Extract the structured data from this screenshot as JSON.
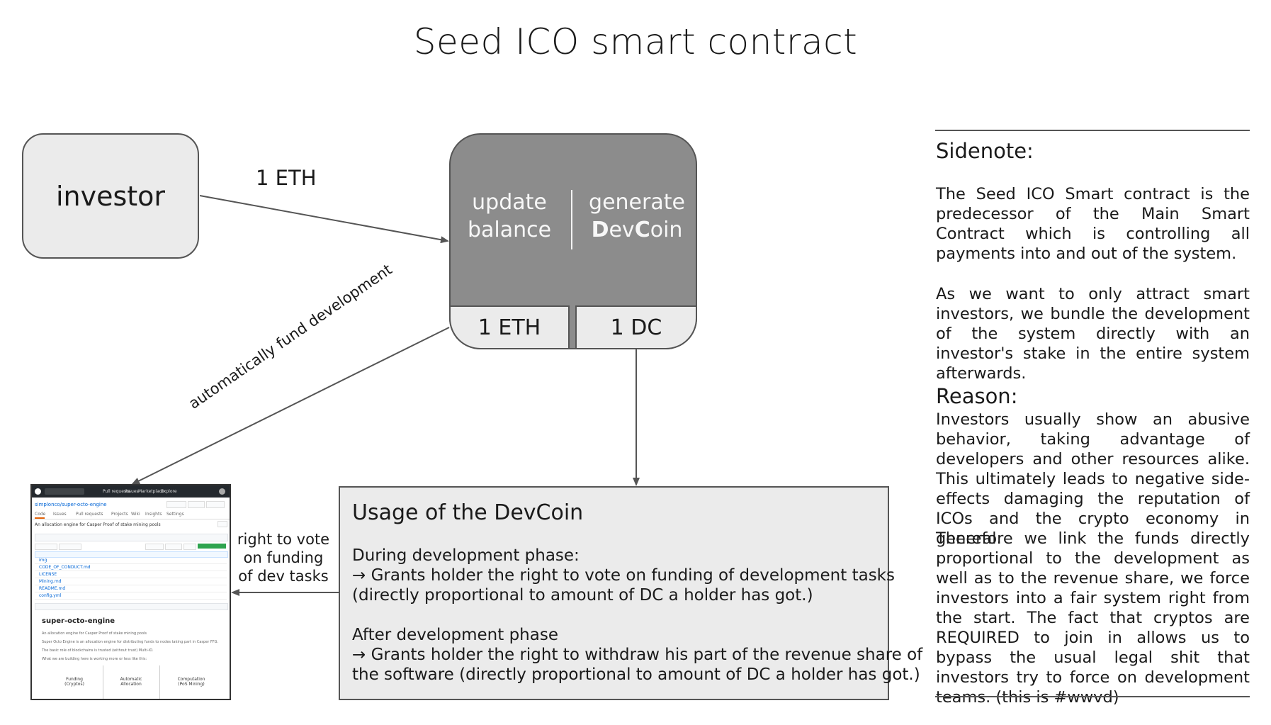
{
  "title": "Seed ICO smart contract",
  "investor": {
    "label": "investor"
  },
  "edges": {
    "investor_to_contract": "1 ETH",
    "contract_to_repo": "automatically fund development",
    "usage_to_repo": "right to vote on funding of dev tasks"
  },
  "contract": {
    "left_text": "update balance",
    "right_prefix": "generate",
    "devcoin_parts": [
      "D",
      "ev",
      "C",
      "oin"
    ],
    "eth_slot": "1 ETH",
    "dc_slot": "1 DC"
  },
  "repo_thumbnail": {
    "nav_items": [
      "Pull requests",
      "Issues",
      "Marketplace",
      "Explore"
    ],
    "repo_path": "simplonco/super-octo-engine",
    "tabs": [
      "Code",
      "Issues",
      "Pull requests",
      "Projects",
      "Wiki",
      "Insights",
      "Settings"
    ],
    "description": "An allocation engine for Casper Proof of stake mining pools",
    "files": [
      "img",
      "CODE_OF_CONDUCT.md",
      "LICENSE",
      "Mining.md",
      "README.md",
      "config.yml"
    ],
    "readme_title": "super-octo-engine",
    "readme_lines": [
      "An allocation engine for Casper Proof of stake mining pools",
      "Super Octo Engine is an allocation engine for distributing funds to nodes taking part in Casper FFG.",
      "The basic role of blockchains is trusted (without trust) Multi-IO.",
      "What we are building here is working more or less like this:"
    ],
    "columns": [
      {
        "title": "Funding",
        "sub": "(Cryptos)"
      },
      {
        "title": "Automatic",
        "sub": "Allocation"
      },
      {
        "title": "Computation",
        "sub": "(PoS Mining)"
      }
    ]
  },
  "usage": {
    "title": "Usage of the DevCoin",
    "lines": [
      "During development phase:",
      "→ Grants holder the right to vote on funding of development tasks",
      "(directly proportional to amount of DC a holder has got.)",
      "After development phase",
      "→ Grants holder the right to withdraw his part of the revenue share of",
      "the software (directly proportional to amount of DC a holder has got.)"
    ]
  },
  "vote_label_lines": [
    "right to vote",
    "on funding",
    "of dev tasks"
  ],
  "sidenote": {
    "heading": "Sidenote:",
    "p1": "The Seed ICO Smart contract is the predecessor of the Main Smart Contract which is controlling all payments into and out of the system.",
    "p2": "As we want to only attract smart investors, we bundle the development of the system directly with an investor's stake in the entire system afterwards.",
    "reason_heading": "Reason:",
    "p3": "Investors usually show an abusive behavior, taking advantage of developers and other resources alike. This ultimately leads to negative side-effects damaging the reputation of ICOs and the crypto economy in general.",
    "p4": "Therefore we link the funds directly proportional to the development as well as to the revenue share, we force investors into a fair system right from the start. The fact that cryptos are REQUIRED to join in allows us to bypass the usual legal shit that investors try to force on development teams. (this is #wwvd)"
  },
  "colors": {
    "node_fill": "#ebebeb",
    "contract_fill": "#8c8c8c",
    "stroke": "#555555",
    "text": "#1a1a1a"
  }
}
